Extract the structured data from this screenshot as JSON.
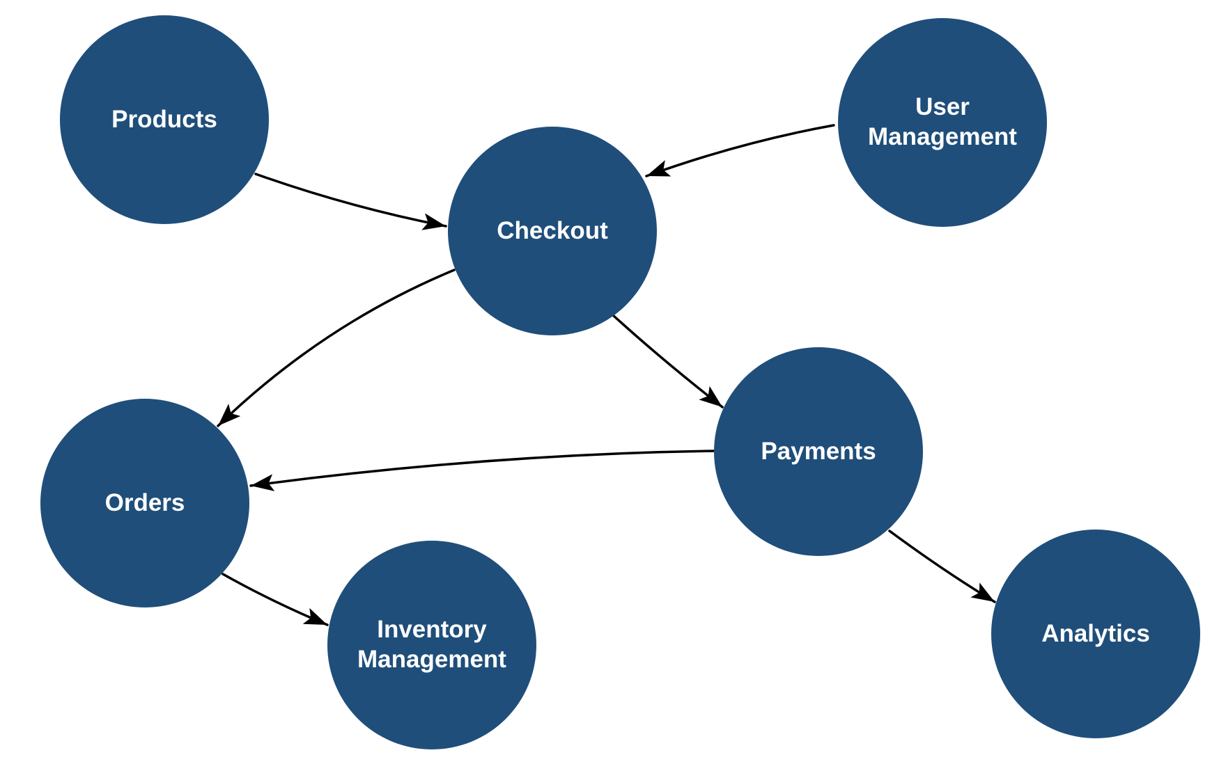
{
  "diagram": {
    "title": "",
    "background_color": "#ffffff",
    "node_fill_color": "#1f4e7a",
    "node_text_color": "#ffffff",
    "edge_color": "#000000",
    "nodes": [
      {
        "id": "products",
        "label": "Products"
      },
      {
        "id": "user-management",
        "label": "User Management"
      },
      {
        "id": "checkout",
        "label": "Checkout"
      },
      {
        "id": "payments",
        "label": "Payments"
      },
      {
        "id": "orders",
        "label": "Orders"
      },
      {
        "id": "inventory-management",
        "label": "Inventory Management"
      },
      {
        "id": "analytics",
        "label": "Analytics"
      }
    ],
    "edges": [
      {
        "from": "Products",
        "to": "Checkout"
      },
      {
        "from": "User Management",
        "to": "Checkout"
      },
      {
        "from": "Checkout",
        "to": "Orders"
      },
      {
        "from": "Checkout",
        "to": "Payments"
      },
      {
        "from": "Payments",
        "to": "Orders"
      },
      {
        "from": "Orders",
        "to": "Inventory Management"
      },
      {
        "from": "Payments",
        "to": "Analytics"
      }
    ]
  }
}
